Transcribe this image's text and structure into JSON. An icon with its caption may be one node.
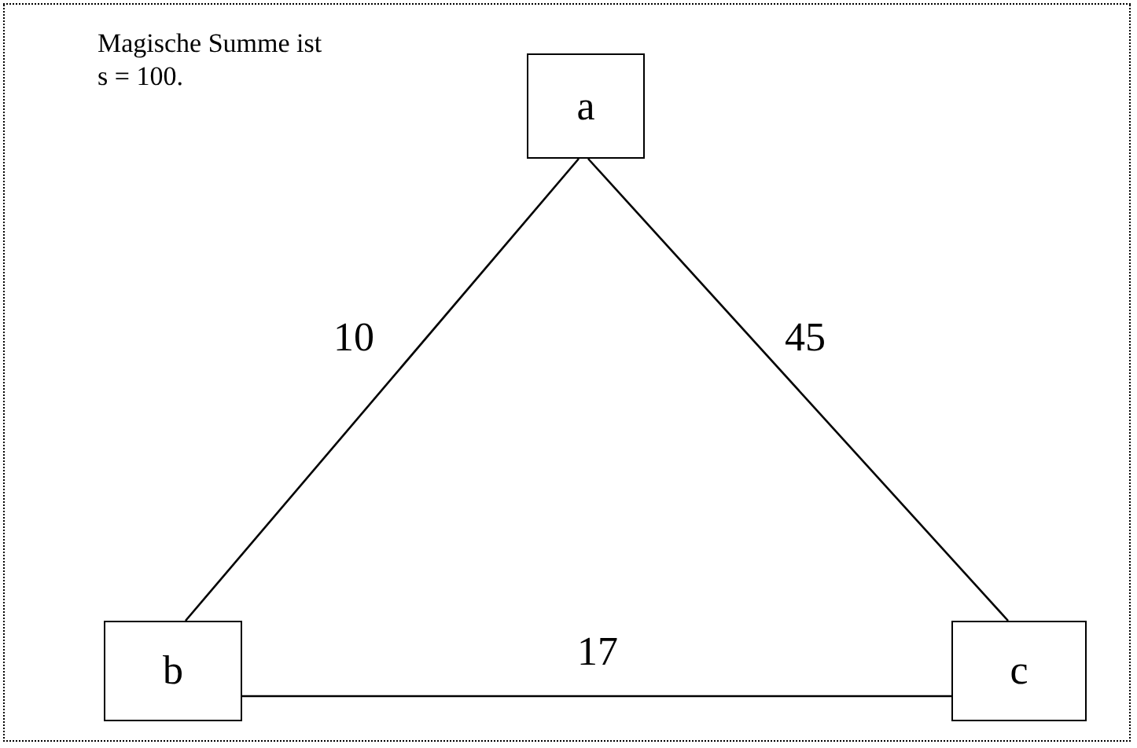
{
  "diagram": {
    "nodes": [
      {
        "text": [
          "a"
        ]
      },
      {
        "text": [
          "b"
        ]
      },
      {
        "text": [
          "c"
        ]
      }
    ],
    "edges": [
      {
        "from": 0,
        "to": 1,
        "arrow": "none",
        "label": "10"
      },
      {
        "from": 0,
        "to": 2,
        "arrow": "none",
        "label": "45"
      },
      {
        "from": 1,
        "to": 2,
        "arrow": "none",
        "label": "17"
      }
    ],
    "labels": [
      "Magische Summe ist s = 100."
    ]
  }
}
